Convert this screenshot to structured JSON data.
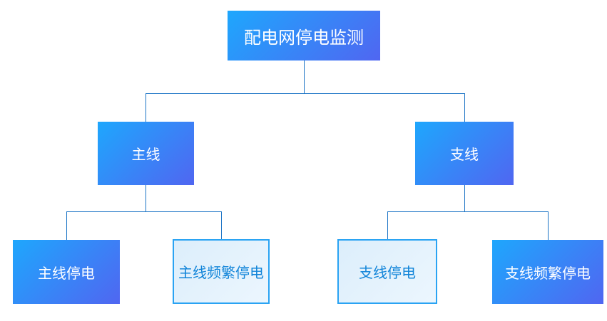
{
  "diagram": {
    "root": {
      "label": "配电网停电监测"
    },
    "branches": [
      {
        "label": "主线"
      },
      {
        "label": "支线"
      }
    ],
    "leaves": [
      {
        "label": "主线停电",
        "style": "filled"
      },
      {
        "label": "主线频繁停电",
        "style": "outlined"
      },
      {
        "label": "支线停电",
        "style": "outlined"
      },
      {
        "label": "支线频繁停电",
        "style": "filled"
      }
    ]
  },
  "colors": {
    "background": "#ffffff",
    "node_gradient_start": "#1ea7fd",
    "node_gradient_end": "#5066f1",
    "filled_text": "#ffffff",
    "outlined_fill_start": "#dceefb",
    "outlined_fill_end": "#ecf6fe",
    "outlined_border": "#2aa3f3",
    "outlined_text": "#1285d9",
    "connector": "#1a73c5"
  }
}
